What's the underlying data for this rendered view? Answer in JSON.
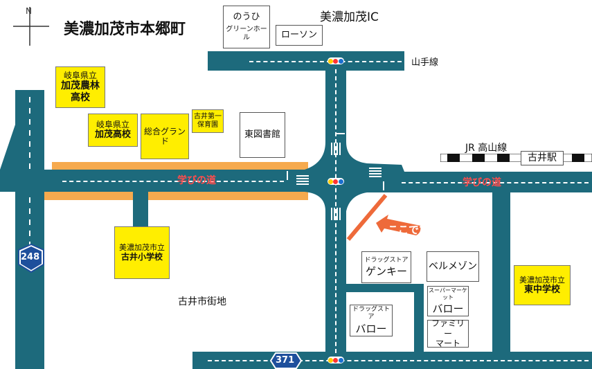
{
  "title": "美濃加茂市本郷町",
  "compass_icon": "north-arrow-icon",
  "labels": {
    "ic": "美濃加茂IC",
    "yamate": "山手線",
    "jr_line": "JR 高山線",
    "station": "古井駅",
    "manabi_left": "学びの道",
    "manabi_right": "学びの道",
    "koko": "ここです",
    "area": "古井市街地",
    "route248": "248",
    "route371": "371"
  },
  "places": {
    "nouhi_1": "のうひ",
    "nouhi_2": "グリーンホール",
    "lawson": "ローソン",
    "norin_1": "岐阜県立",
    "norin_2": "加茂農林",
    "norin_3": "高校",
    "kamo_1": "岐阜県立",
    "kamo_2": "加茂高校",
    "ground": "総合グランド",
    "hoiku_1": "古井第一",
    "hoiku_2": "保育園",
    "library": "東図書館",
    "furui_es_1": "美濃加茂市立",
    "furui_es_2": "古井小学校",
    "genky_sub": "ドラッグストア",
    "genky": "ゲンキー",
    "bellmaison": "ベルメゾン",
    "valor_super_sub": "スーパーマーケット",
    "valor_super": "バロー",
    "valor_drug_sub": "ドラッグストア",
    "valor_drug": "バロー",
    "family_1": "ファミリー",
    "family_2": "マート",
    "higashi_1": "美濃加茂市立",
    "higashi_2": "東中学校"
  },
  "colors": {
    "road": "#1d6a7c",
    "band": "#f6aa4e",
    "school": "#ffee00",
    "label_red": "#ff4d4d",
    "arrow": "#ee6a3a",
    "route_shield": "#1e4f9c"
  }
}
